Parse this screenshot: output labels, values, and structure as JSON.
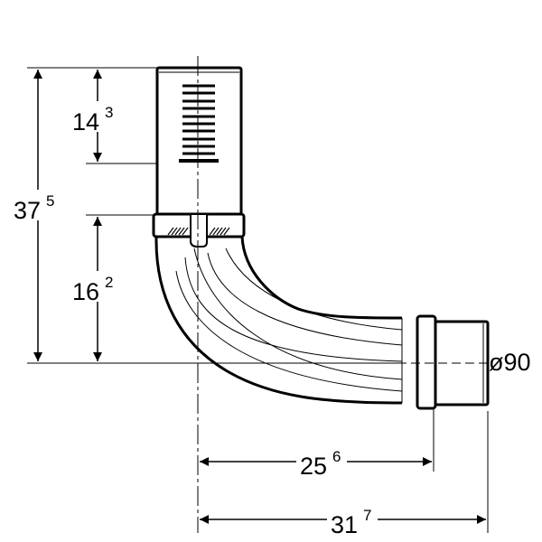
{
  "dimensions": {
    "overall_height": {
      "main": "37",
      "sup": "5"
    },
    "upper_height": {
      "main": "14",
      "sup": "3"
    },
    "lower_height": {
      "main": "16",
      "sup": "2"
    },
    "inner_length": {
      "main": "25",
      "sup": "6"
    },
    "overall_length": {
      "main": "31",
      "sup": "7"
    },
    "diameter": "ø90"
  },
  "colors": {
    "line": "#000000",
    "background": "#ffffff"
  }
}
